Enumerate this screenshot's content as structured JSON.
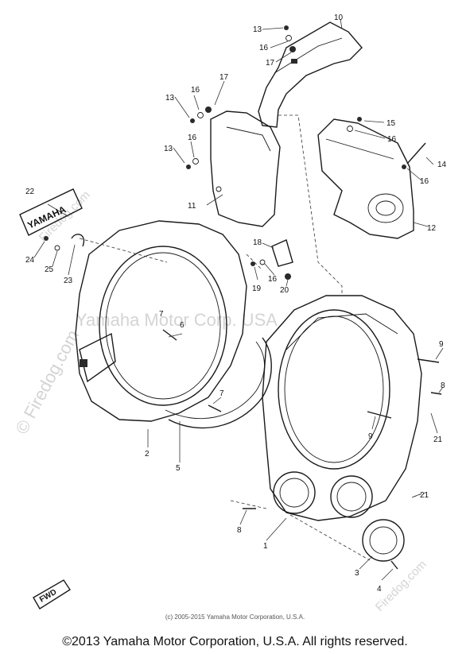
{
  "watermarks": {
    "center": "Yamaha Motor Corp. USA",
    "site_left": "© Firedog.com",
    "site_mid": "Firedog.com",
    "site_bottom": "Firedog.com"
  },
  "badge": {
    "logo_text": "YAMAHA",
    "fwd_text": "FWD"
  },
  "callouts": {
    "c1": "1",
    "c2": "2",
    "c3": "3",
    "c4": "4",
    "c5": "5",
    "c6": "6",
    "c7a": "7",
    "c7b": "7",
    "c8a": "8",
    "c8b": "8",
    "c9a": "9",
    "c9b": "9",
    "c10": "10",
    "c11": "11",
    "c12": "12",
    "c13a": "13",
    "c13b": "13",
    "c13c": "13",
    "c14": "14",
    "c15": "15",
    "c16a": "16",
    "c16b": "16",
    "c16c": "16",
    "c16d": "16",
    "c16e": "16",
    "c16f": "16",
    "c17a": "17",
    "c17b": "17",
    "c18": "18",
    "c19": "19",
    "c20": "20",
    "c21a": "21",
    "c21b": "21",
    "c22": "22",
    "c23": "23",
    "c24": "24",
    "c25": "25"
  },
  "footer": {
    "small_copyright": "(c) 2005-2015 Yamaha Motor Corporation, U.S.A.",
    "main_copyright": "©2013 Yamaha Motor Corporation, U.S.A. All rights reserved."
  }
}
